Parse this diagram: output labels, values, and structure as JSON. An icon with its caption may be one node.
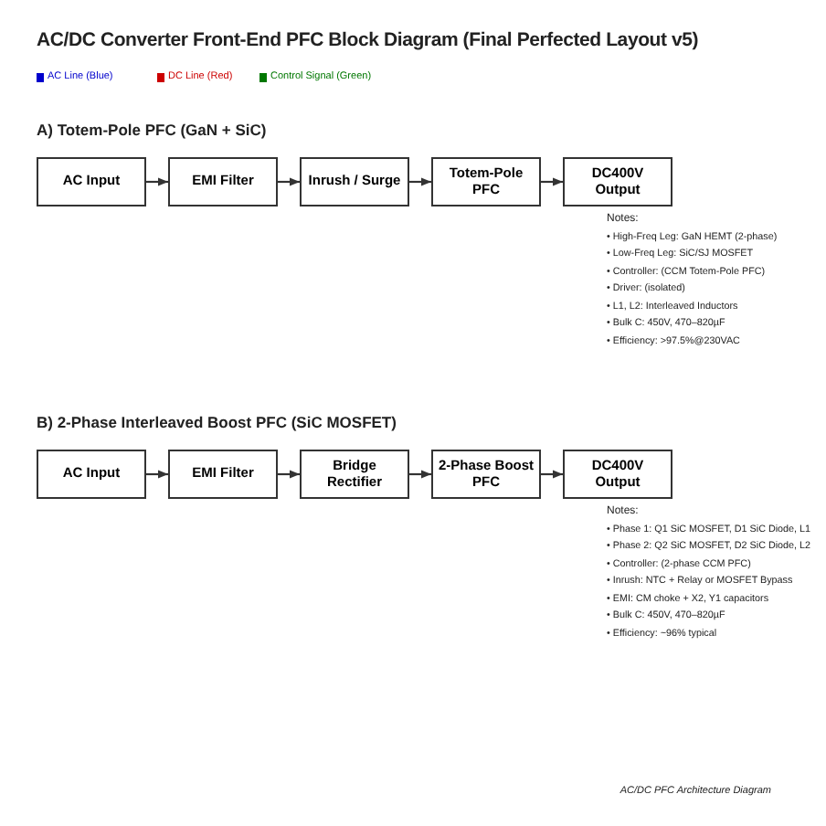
{
  "diagram": {
    "title": "AC/DC Converter Front-End PFC Block Diagram (Final Perfected Layout v5)",
    "nodes": [
      {
        "text": [
          "AC Input"
        ]
      },
      {
        "text": [
          "EMI Filter"
        ]
      },
      {
        "text": [
          "Inrush / Surge"
        ]
      },
      {
        "text": [
          "Totem-Pole PFC"
        ]
      },
      {
        "text": [
          "DC400V Output"
        ]
      },
      {
        "text": [
          "AC Input"
        ]
      },
      {
        "text": [
          "EMI Filter"
        ]
      },
      {
        "text": [
          "Bridge Rectifier"
        ]
      },
      {
        "text": [
          "2-Phase Boost PFC"
        ]
      },
      {
        "text": [
          "DC400V Output"
        ]
      }
    ],
    "edges": [
      {
        "from": 0,
        "to": 1,
        "arrow": "to"
      },
      {
        "from": 1,
        "to": 2,
        "arrow": "to"
      },
      {
        "from": 2,
        "to": 3,
        "arrow": "to"
      },
      {
        "from": 3,
        "to": 4,
        "arrow": "to"
      },
      {
        "from": 5,
        "to": 6,
        "arrow": "to"
      },
      {
        "from": 6,
        "to": 7,
        "arrow": "to"
      },
      {
        "from": 7,
        "to": 8,
        "arrow": "to"
      },
      {
        "from": 8,
        "to": 9,
        "arrow": "to"
      }
    ],
    "labels": [
      "A) Totem-Pole PFC (GaN + SiC)",
      "Notes:",
      "• High-Freq Leg: GaN HEMT (2-phase)",
      "• Low-Freq Leg: SiC/SJ MOSFET",
      "• Controller: (CCM Totem-Pole PFC)",
      "• Driver: (isolated)",
      "• L1, L2: Interleaved Inductors",
      "• Bulk C: 450V, 470–820µF",
      "• Efficiency: >97.5%@230VAC",
      "B) 2-Phase Interleaved Boost PFC (SiC MOSFET)",
      "Notes:",
      "• Phase 1: Q1 SiC MOSFET, D1 SiC Diode, L1",
      "• Phase 2: Q2 SiC MOSFET, D2 SiC Diode, L2",
      "• Controller: (2-phase CCM PFC)",
      "• Inrush: NTC + Relay or MOSFET Bypass",
      "• EMI: CM choke + X2, Y1 capacitors",
      "• Bulk C: 450V, 470–820µF",
      "• Efficiency: ~96% typical",
      "AC/DC PFC Architecture Diagram"
    ],
    "legend": [
      {
        "text": "AC Line (Blue)",
        "color": "#0000cc"
      },
      {
        "text": "DC Line (Red)",
        "color": "#cc0000"
      },
      {
        "text": "Control Signal (Green)",
        "color": "#007700"
      }
    ]
  }
}
